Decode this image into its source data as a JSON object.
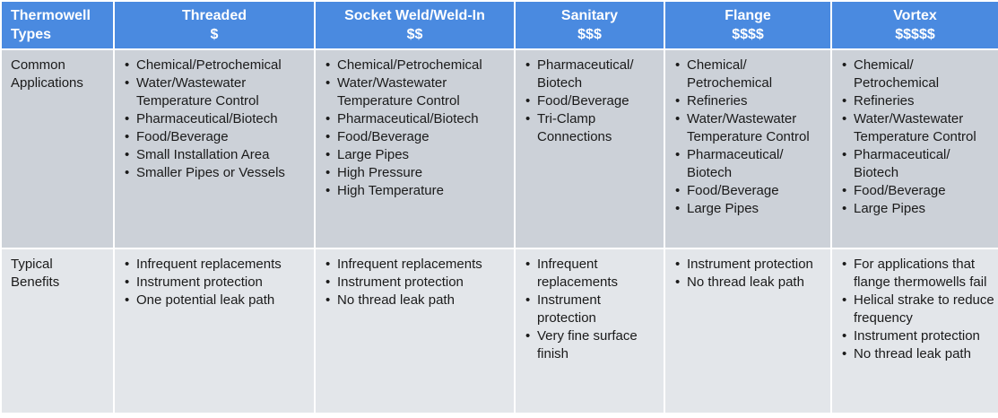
{
  "header": {
    "types_line1": "Thermowell",
    "types_line2": "Types",
    "columns": [
      {
        "name": "Threaded",
        "cost": "$"
      },
      {
        "name": "Socket Weld/Weld-In",
        "cost": "$$"
      },
      {
        "name": "Sanitary",
        "cost": "$$$"
      },
      {
        "name": "Flange",
        "cost": "$$$$"
      },
      {
        "name": "Vortex",
        "cost": "$$$$$"
      }
    ]
  },
  "rows": {
    "applications": {
      "label_line1": "Common",
      "label_line2": "Applications",
      "cells": [
        [
          "Chemical/Petrochemical",
          "Water/Wastewater Temperature Control",
          "Pharmaceutical/Biotech",
          "Food/Beverage",
          "Small Installation Area",
          "Smaller Pipes or Vessels"
        ],
        [
          "Chemical/Petrochemical",
          "Water/Wastewater Temperature Control",
          "Pharmaceutical/Biotech",
          "Food/Beverage",
          "Large Pipes",
          "High Pressure",
          "High Temperature"
        ],
        [
          "Pharmaceutical/ Biotech",
          "Food/Beverage",
          "Tri-Clamp Connections"
        ],
        [
          "Chemical/ Petrochemical",
          "Refineries",
          "Water/Wastewater Temperature Control",
          "Pharmaceutical/ Biotech",
          "Food/Beverage",
          "Large Pipes"
        ],
        [
          "Chemical/ Petrochemical",
          "Refineries",
          "Water/Wastewater Temperature Control",
          "Pharmaceutical/ Biotech",
          "Food/Beverage",
          "Large Pipes"
        ]
      ]
    },
    "benefits": {
      "label_line1": "Typical",
      "label_line2": "Benefits",
      "cells": [
        [
          "Infrequent replacements",
          "Instrument protection",
          "One potential leak path"
        ],
        [
          "Infrequent replacements",
          "Instrument protection",
          "No thread leak path"
        ],
        [
          "Infrequent replacements",
          "Instrument protection",
          "Very fine surface finish"
        ],
        [
          "Instrument protection",
          "No thread leak path"
        ],
        [
          "For applications that flange thermowells fail",
          "Helical strake to reduce frequency",
          "Instrument protection",
          "No thread leak path"
        ]
      ]
    }
  }
}
